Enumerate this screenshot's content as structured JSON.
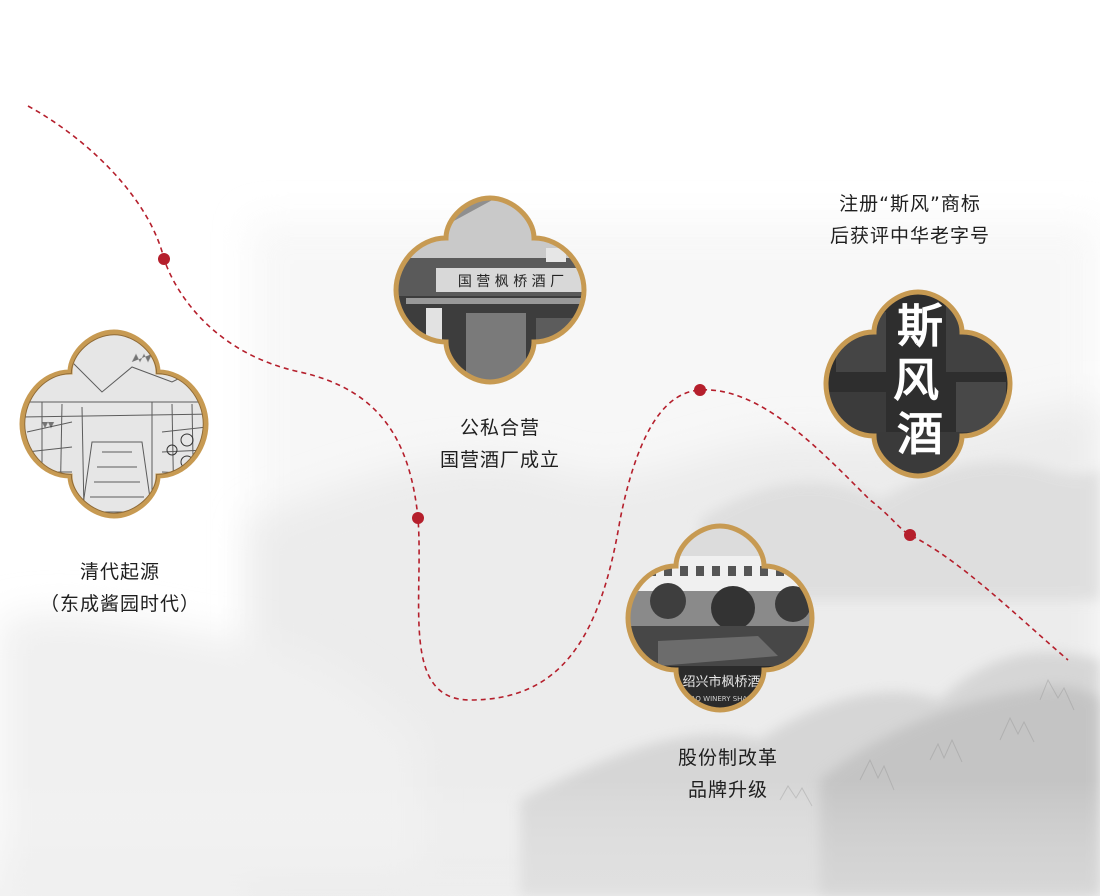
{
  "colors": {
    "path": "#b51f2c",
    "node": "#b51f2c",
    "frame_gold": "#c79a52",
    "frame_inner": "#8e6a37",
    "caption_text": "#1f1f1f"
  },
  "milestones": [
    {
      "id": "qing",
      "line1": "清代起源",
      "line2": "（东成酱园时代）",
      "image": "sketch-old-street"
    },
    {
      "id": "state",
      "line1": "公私合营",
      "line2": "国营酒厂成立",
      "image": "photo-state-winery",
      "sign_text": "国 营 枫 桥 酒 厂"
    },
    {
      "id": "reform",
      "line1": "股份制改革",
      "line2": "品牌升级",
      "image": "photo-winery-gate",
      "sign_text": "绍兴市枫桥酒厂",
      "sign_sub": "S QIAO WINERY SHAO XING C"
    },
    {
      "id": "brand",
      "line1": "注册“斯风”商标",
      "line2": "后获评中华老字号",
      "image": "brand-calligraphy",
      "calligraphy": [
        "斯",
        "风",
        "酒"
      ]
    }
  ]
}
